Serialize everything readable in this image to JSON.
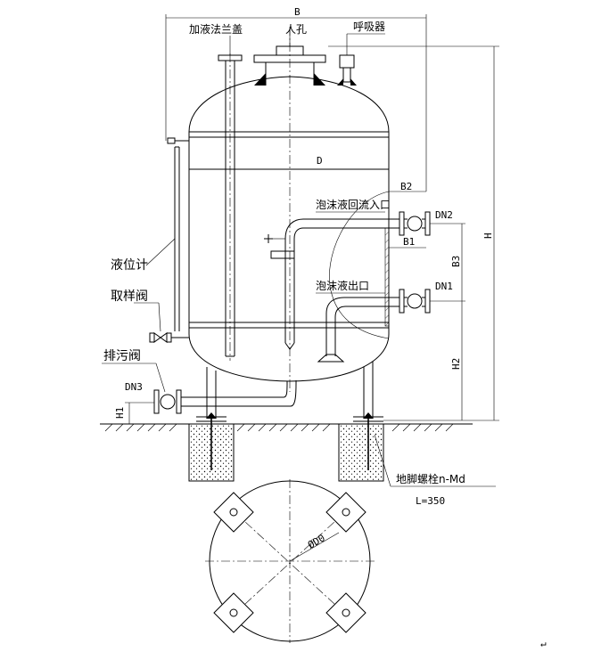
{
  "labels": {
    "dim_b": "B",
    "filling_flange_cover": "加液法兰盖",
    "manhole": "人孔",
    "breather": "呼吸器",
    "dim_d": "D",
    "dim_b2": "B2",
    "foam_return_inlet": "泡沫液回流入口",
    "dim_dn2": "DN2",
    "dim_b1": "B1",
    "dim_h": "H",
    "dim_b3": "B3",
    "foam_outlet": "泡沫液出口",
    "dim_dn1": "DN1",
    "level_gauge": "液位计",
    "sampling_valve": "取样阀",
    "drain_valve": "排污阀",
    "dim_dn3": "DN3",
    "dim_h1": "H1",
    "dim_h2": "H2",
    "anchor_bolt": "地脚螺栓n-Md",
    "anchor_bolt_length": "L=350",
    "dim_phi_d0": "ØD0",
    "return_mark": "↵"
  }
}
